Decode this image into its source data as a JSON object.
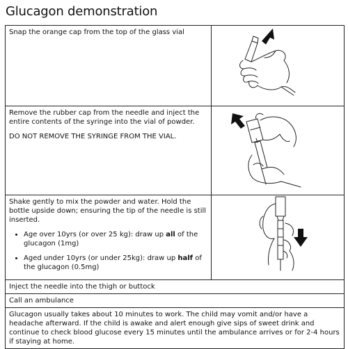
{
  "title": "Glucagon demonstration",
  "steps": [
    {
      "text": "Snap the orange cap from the top of the glass vial",
      "illustration": "hand-snapping-vial-cap"
    },
    {
      "text": "Remove the rubber cap from the needle and inject the entire contents of the syringe into the vial of powder.",
      "note": "DO NOT REMOVE THE SYRINGE FROM THE VIAL.",
      "illustration": "hands-injecting-syringe-into-vial"
    },
    {
      "text": "Shake gently to mix the powder and water. Hold the bottle upside down; ensuring the tip of the needle is still inserted.",
      "bullets": [
        {
          "before": "Age over 10yrs (or over 25 kg): draw up ",
          "bold": "all",
          "after": " of the glucagon (1mg)"
        },
        {
          "before": "Aged under 10yrs (or under 25kg): draw up ",
          "bold": "half",
          "after": " of the glucagon (0.5mg)"
        }
      ],
      "illustration": "hands-drawing-up-glucagon"
    },
    {
      "text": "Inject the needle into the thigh or buttock"
    },
    {
      "text": "Call an ambulance"
    },
    {
      "text": "Glucagon usually takes about 10 minutes to work. The child may vomit and/or have a headache afterward. If the child is awake and alert enough give sips of sweet drink and continue to check blood glucose every 15 minutes until the ambulance arrives or for 2-4 hours if staying at home."
    }
  ]
}
